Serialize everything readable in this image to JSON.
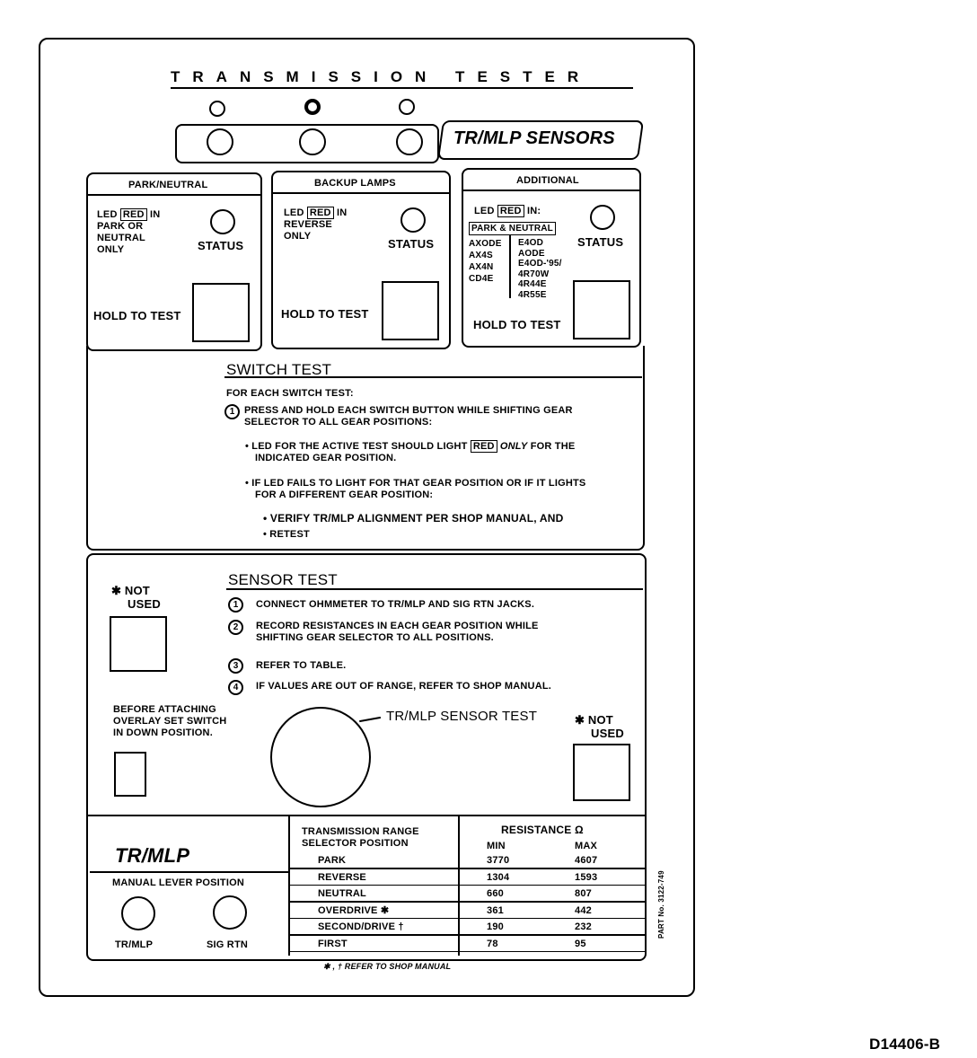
{
  "title": "TRANSMISSION TESTER",
  "sensors_label": "TR/MLP SENSORS",
  "doc_id": "D14406-B",
  "part_no": "PART No. 3122-749",
  "park_neutral": {
    "header": "PARK/NEUTRAL",
    "led_text": [
      "LED",
      "RED",
      "IN",
      "PARK OR",
      "NEUTRAL",
      "ONLY"
    ],
    "status": "STATUS",
    "hold": "HOLD TO TEST"
  },
  "backup": {
    "header": "BACKUP LAMPS",
    "led_text": [
      "LED",
      "RED",
      "IN",
      "REVERSE",
      "ONLY"
    ],
    "status": "STATUS",
    "hold": "HOLD TO TEST"
  },
  "additional": {
    "header": "ADDITIONAL",
    "led_text": [
      "LED",
      "RED",
      "IN:",
      "PARK",
      "NEUTRAL"
    ],
    "left_models": [
      "AXODE",
      "AX4S",
      "AX4N",
      "CD4E"
    ],
    "right_models": [
      "E4OD",
      "AODE",
      "E4OD-'95/",
      "4R70W",
      "4R44E",
      "4R55E"
    ],
    "status": "STATUS",
    "hold": "HOLD TO TEST"
  },
  "switch_test": {
    "title": "SWITCH TEST",
    "intro": "FOR EACH SWITCH TEST:",
    "step1_num": "1",
    "step1": "PRESS AND HOLD EACH SWITCH BUTTON WHILE SHIFTING GEAR",
    "step1b": "SELECTOR TO ALL GEAR POSITIONS:",
    "b1a": "• LED FOR THE ACTIVE TEST SHOULD LIGHT",
    "b1red": "RED",
    "b1only": "ONLY",
    "b1b": "FOR THE",
    "b1c": "INDICATED GEAR POSITION.",
    "b2a": "• IF LED FAILS TO LIGHT FOR THAT GEAR POSITION OR IF IT LIGHTS",
    "b2b": "FOR A DIFFERENT GEAR POSITION:",
    "s1": "• VERIFY TR/MLP ALIGNMENT PER SHOP MANUAL, AND",
    "s2": "• RETEST"
  },
  "sensor_test": {
    "title": "SENSOR TEST",
    "not_used_left": [
      "✱ NOT",
      "USED"
    ],
    "not_used_right": [
      "✱ NOT",
      "USED"
    ],
    "steps": [
      {
        "num": "1",
        "text": "CONNECT OHMMETER TO TR/MLP AND SIG RTN JACKS."
      },
      {
        "num": "2",
        "text": "RECORD RESISTANCES IN EACH GEAR POSITION WHILE",
        "text2": "SHIFTING GEAR SELECTOR TO ALL POSITIONS."
      },
      {
        "num": "3",
        "text": "REFER TO TABLE."
      },
      {
        "num": "4",
        "text": "IF VALUES ARE OUT OF RANGE, REFER TO SHOP MANUAL."
      }
    ],
    "before": [
      "BEFORE ATTACHING",
      "OVERLAY SET SWITCH",
      "IN DOWN POSITION."
    ],
    "dial_label": "TR/MLP SENSOR TEST"
  },
  "trmlp": {
    "logo": "TR/MLP",
    "manual": "MANUAL LEVER POSITION",
    "jack1": "TR/MLP",
    "jack2": "SIG RTN"
  },
  "table": {
    "header1": "TRANSMISSION RANGE",
    "header2": "SELECTOR POSITION",
    "resistance": "RESISTANCE Ω",
    "min": "MIN",
    "max": "MAX",
    "rows": [
      {
        "pos": "PARK",
        "min": "3770",
        "max": "4607"
      },
      {
        "pos": "REVERSE",
        "min": "1304",
        "max": "1593"
      },
      {
        "pos": "NEUTRAL",
        "min": "660",
        "max": "807"
      },
      {
        "pos": "OVERDRIVE ✱",
        "min": "361",
        "max": "442"
      },
      {
        "pos": "SECOND/DRIVE †",
        "min": "190",
        "max": "232"
      },
      {
        "pos": "FIRST",
        "min": "78",
        "max": "95"
      }
    ],
    "footnote": "✱ , † REFER TO SHOP MANUAL"
  }
}
